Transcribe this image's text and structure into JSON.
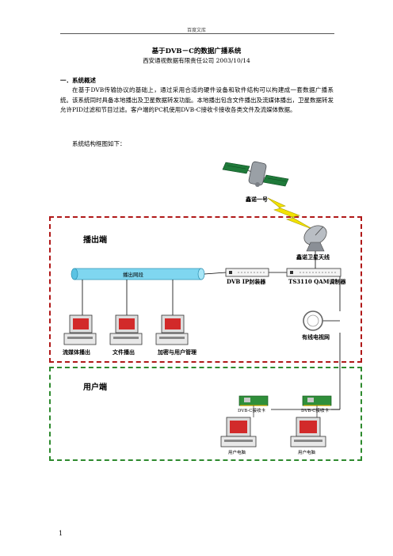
{
  "header": {
    "text": "百度文库"
  },
  "title": "基于DVB－C的数据广播系统",
  "subtitle": "西安通视数据有限责任公司  2003/10/14",
  "section1": {
    "heading": "一．系统概述",
    "paragraph": "在基于DVB传输协议的基础上，通过采用合适的硬件设备和软件结构可以构建成一套数据广播系统。该系统同时具备本地播出及卫星数据转发功能。本地播出包含文件播出及流媒体播出，卫星数据转发允许PID过滤和节目过滤。客户端的PC机使用DVB-C接收卡接收各类文件及流媒体数据。",
    "diagram_intro": "系统结构框图如下："
  },
  "diagram": {
    "satellite_label": "鑫诺一号",
    "dish_label": "鑫诺卫星天线",
    "broadcast_zone_label": "播出端",
    "user_zone_label": "用户端",
    "lan_label": "播出网段",
    "encapsulator_label": "DVB IP封装器",
    "modulator_label": "TS3110 QAM调制器",
    "cable_network_label": "有线电视网",
    "pc_labels": [
      "流媒体播出",
      "文件播出",
      "加密与用户管理"
    ],
    "receiver_card_labels": [
      "DVB-C接收卡",
      "DVB-C接收卡"
    ],
    "user_pc_labels": [
      "用户电脑",
      "用户电脑"
    ],
    "colors": {
      "broadcast_border": "#b01818",
      "user_border": "#2e8a2e",
      "lan_pipe": "#7fd6f0",
      "signal_bolt": "#f2e200",
      "pc_screen": "#d22a2a"
    }
  },
  "footer": {
    "page_number": "1"
  }
}
